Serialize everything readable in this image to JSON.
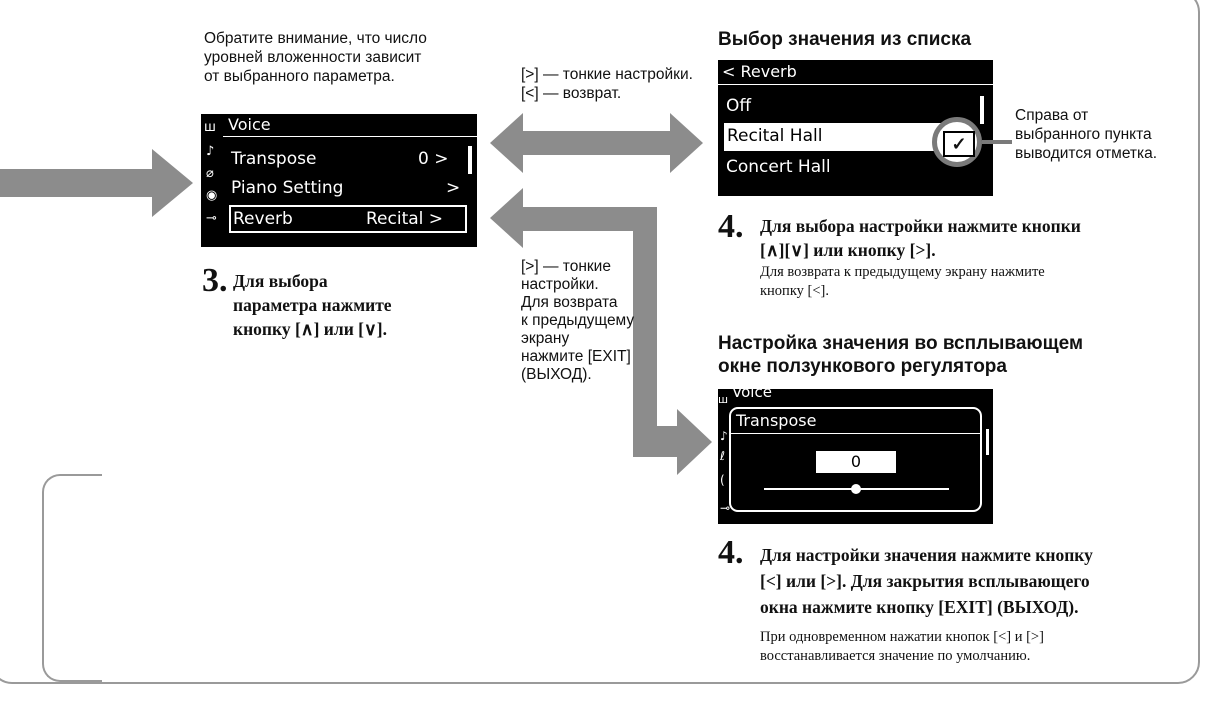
{
  "left_note": [
    "Обратите внимание, что число",
    "уровней вложенности зависит",
    "от выбранного параметра."
  ],
  "top_arrow_note": [
    "[>] — тонкие настройки.",
    "[<] — возврат."
  ],
  "side_arrow_note": [
    "[>] — тонкие",
    "настройки.",
    "Для возврата",
    "к предыдущему",
    "экрану",
    "нажмите [EXIT]",
    "(ВЫХОД)."
  ],
  "voice_screen": {
    "title": "Voice",
    "rows": [
      {
        "label": "Transpose",
        "value": "0 >"
      },
      {
        "label": "Piano Setting",
        "value": ">"
      },
      {
        "label": "Reverb",
        "value": "Recital >"
      }
    ]
  },
  "step3": {
    "number": "3.",
    "lines": [
      "Для выбора",
      "параметра нажмите",
      "кнопку [∧] или [∨]."
    ]
  },
  "list_section": {
    "heading": "Выбор значения из списка",
    "screen_title": "< Reverb",
    "options": [
      "Off",
      "Recital Hall",
      "Concert Hall"
    ],
    "callout": [
      "Справа от",
      "выбранного пункта",
      "выводится отметка."
    ]
  },
  "step4a": {
    "number": "4.",
    "lines": [
      "Для выбора настройки нажмите кнопки",
      "[∧][∨] или кнопку [>]."
    ],
    "note": [
      "Для возврата к предыдущему экрану нажмите",
      "кнопку [<]."
    ]
  },
  "slider_section": {
    "heading": [
      "Настройка значения во всплывающем",
      "окне ползункового регулятора"
    ],
    "bg_title": "Voice",
    "popup_title": "Transpose",
    "value": "0"
  },
  "step4b": {
    "number": "4.",
    "lines": [
      "Для настройки значения нажмите кнопку",
      "[<] или [>]. Для закрытия всплывающего",
      "окна нажмите кнопку [EXIT] (ВЫХОД)."
    ],
    "note": [
      "При одновременном нажатии кнопок [<] и [>]",
      "восстанавливается значение по умолчанию."
    ]
  },
  "colors": {
    "frame": "#9a9a9a",
    "arrow": "#8c8c8c",
    "lcd": "#000000"
  }
}
